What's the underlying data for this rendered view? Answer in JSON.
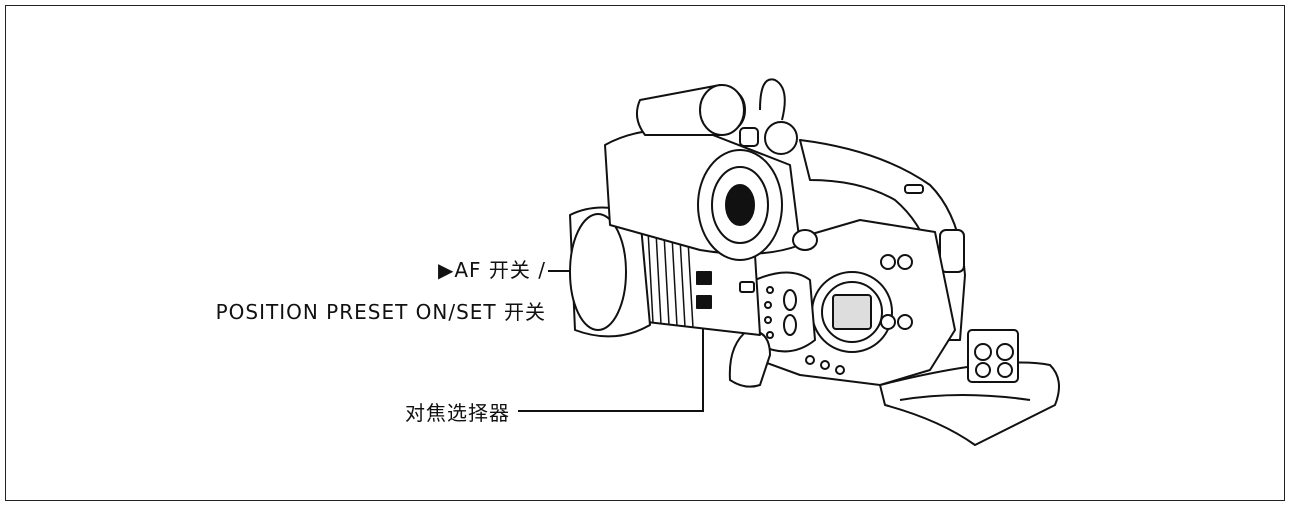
{
  "callouts": {
    "af_switch": {
      "line1": "▶AF 开关 /",
      "line2": "POSITION PRESET ON/SET 开关"
    },
    "focus_selector": "对焦选择器"
  },
  "illustration": "camcorder-icon"
}
